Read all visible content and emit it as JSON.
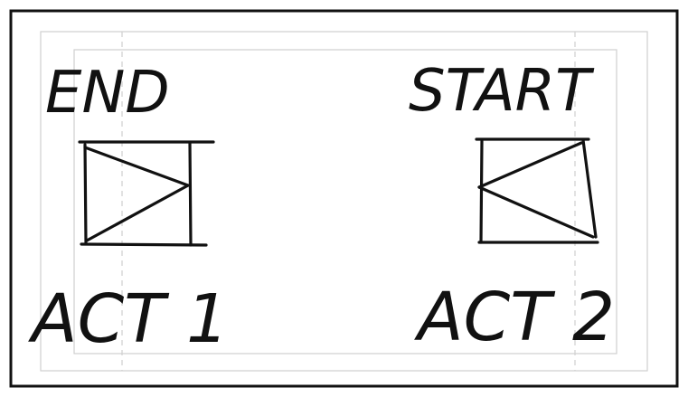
{
  "labels": {
    "end": "END",
    "start": "START",
    "act1": "ACT 1",
    "act2": "ACT 2"
  },
  "colors": {
    "ink": "#111111",
    "guide": "#cfcfcf",
    "background": "#ffffff"
  },
  "icons": {
    "left_frame": "end-frame-icon",
    "right_frame": "start-frame-icon"
  }
}
